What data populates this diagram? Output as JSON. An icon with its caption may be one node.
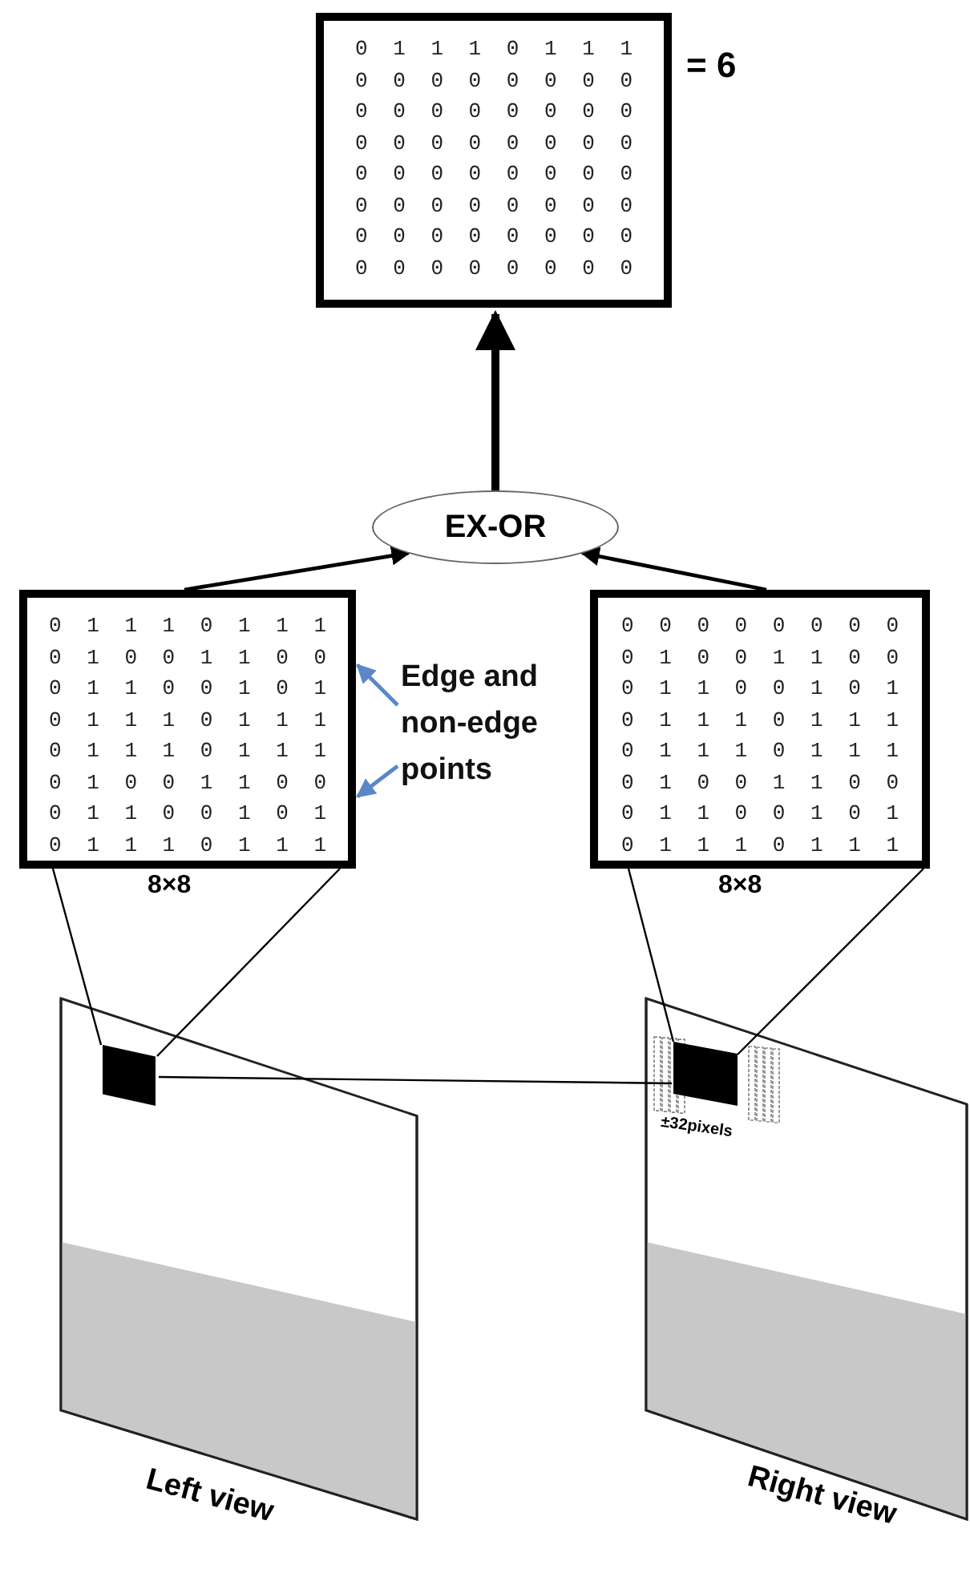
{
  "diagram": {
    "nodes": [
      {
        "text": [
          "0 1 1 1 0 1 1 1",
          "0 0 0 0 0 0 0 0",
          "0 0 0 0 0 0 0 0",
          "0 0 0 0 0 0 0 0",
          "0 0 0 0 0 0 0 0",
          "0 0 0 0 0 0 0 0",
          "0 0 0 0 0 0 0 0",
          "0 0 0 0 0 0 0 0"
        ],
        "beside": [
          "= 6"
        ]
      },
      {
        "text": [
          "EX-OR"
        ]
      },
      {
        "text": [
          "0 1 1 1 0 1 1 1",
          "0 1 0 0 1 1 0 0",
          "0 1 1 0 0 1 0 1",
          "0 1 1 1 0 1 1 1",
          "0 1 1 1 0 1 1 1",
          "0 1 0 0 1 1 0 0",
          "0 1 1 0 0 1 0 1",
          "0 1 1 1 0 1 1 1"
        ],
        "beside": [
          "8×8"
        ]
      },
      {
        "text": [
          "0 0 0 0 0 0 0 0",
          "0 1 0 0 1 1 0 0",
          "0 1 1 0 0 1 0 1",
          "0 1 1 1 0 1 1 1",
          "0 1 1 1 0 1 1 1",
          "0 1 0 0 1 1 0 0",
          "0 1 1 0 0 1 0 1",
          "0 1 1 1 0 1 1 1"
        ],
        "beside": [
          "8×8"
        ]
      },
      {
        "text": [
          "Edge and non-edge points"
        ]
      },
      {
        "text": [
          "Left view"
        ]
      },
      {
        "text": [],
        "shape": "box",
        "in": 5
      },
      {
        "text": [
          "Right view"
        ]
      },
      {
        "text": [],
        "shape": "box",
        "in": 7,
        "beside": [
          "±32pixels"
        ]
      }
    ],
    "edges": [
      {
        "from": 1,
        "to": 0,
        "arrow": "to",
        "style": "thick"
      },
      {
        "from": 2,
        "to": 1,
        "arrow": "to"
      },
      {
        "from": 3,
        "to": 1,
        "arrow": "to"
      },
      {
        "from": 4,
        "to": 2,
        "arrow": "to",
        "color": "#5b87c8"
      },
      {
        "from": 4,
        "to": 2,
        "arrow": "to",
        "color": "#5b87c8"
      },
      {
        "from": 6,
        "to": 2,
        "arrow": "none"
      },
      {
        "from": 8,
        "to": 3,
        "arrow": "none"
      },
      {
        "from": 6,
        "to": 8,
        "arrow": "none"
      }
    ]
  }
}
